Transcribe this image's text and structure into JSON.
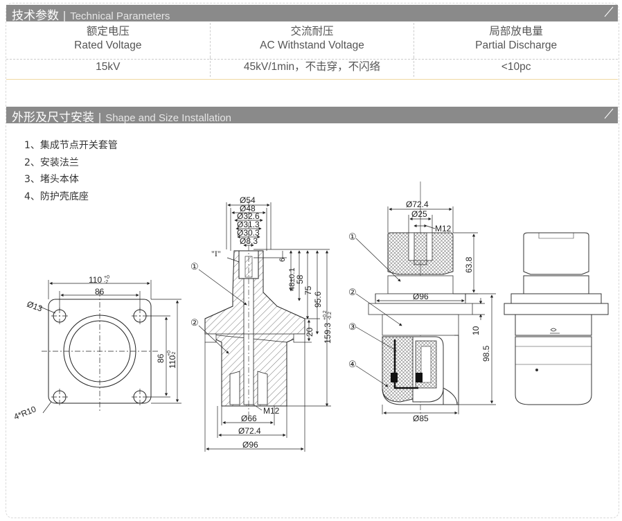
{
  "tech": {
    "title_zh": "技术参数",
    "title_sep": "|",
    "title_en": "Technical Parameters",
    "headers": [
      {
        "zh": "额定电压",
        "en": "Rated Voltage"
      },
      {
        "zh": "交流耐压",
        "en": "AC Withstand Voltage"
      },
      {
        "zh": "局部放电量",
        "en": "Partial Discharge"
      }
    ],
    "values": [
      "15kV",
      "45kV/1min，不击穿，不闪络",
      "<10pc"
    ]
  },
  "shape": {
    "title_zh": "外形及尺寸安装",
    "title_sep": "|",
    "title_en": "Shape and Size Installation",
    "legend": [
      "1、集成节点开关套管",
      "2、安装法兰",
      "3、堵头本体",
      "4、防护壳底座"
    ]
  },
  "drawing": {
    "flange": {
      "w110": "110",
      "w110_tol_up": "+0",
      "w110_tol_dn": "-2",
      "w86": "86",
      "h86": "86",
      "h110": "110",
      "h110_tol_up": "+0",
      "h110_tol_dn": "-2",
      "hole": "Ø13",
      "corner": "4*R10"
    },
    "section": {
      "d54": "Ø54",
      "d48": "Ø48",
      "d32_6": "Ø32.6",
      "d31_3": "Ø31.3",
      "d30_3": "Ø30.3",
      "d8_3": "Ø8.3",
      "label_i": "\"I\"",
      "c1": "①",
      "c2": "②",
      "v6": "6",
      "v48": "48±0.1",
      "v58": "58",
      "v75": "75",
      "v95_6": "95.6",
      "v159": "159.3",
      "v159_up": "+0.2",
      "v159_dn": "-0.2",
      "v20": "20",
      "thread": "M12",
      "d66": "Ø66",
      "d72_4": "Ø72.4",
      "d96": "Ø96"
    },
    "assembly": {
      "d72_4": "Ø72.4",
      "d25": "Ø25",
      "thread": "M12",
      "h63_8": "63.8",
      "d96": "Ø96",
      "h10": "10",
      "h98_5": "98.5",
      "d85": "Ø85",
      "c1": "①",
      "c2": "②",
      "c3": "③",
      "c4": "④"
    }
  }
}
